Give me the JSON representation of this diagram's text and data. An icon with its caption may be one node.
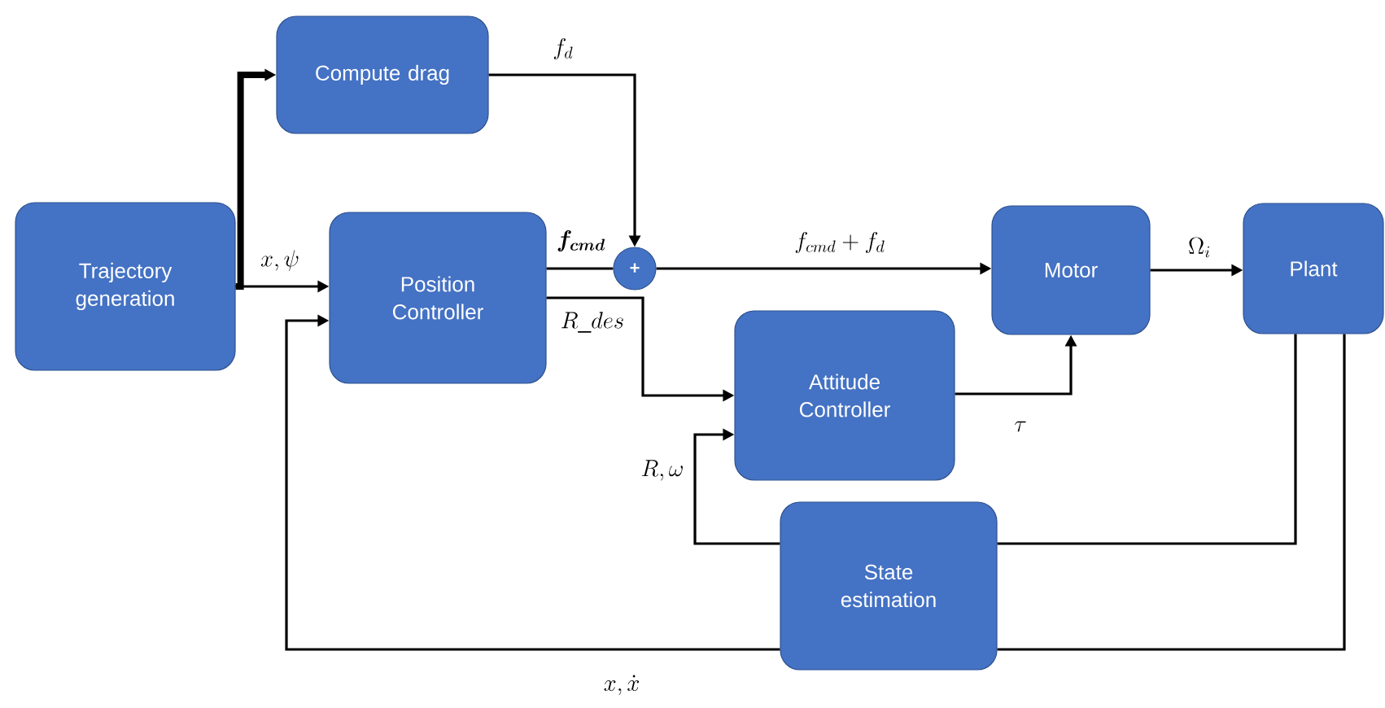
{
  "diagram": {
    "nodes": [
      {
        "text": [
          "Trajectory generation"
        ]
      },
      {
        "text": [
          "Compute drag"
        ]
      },
      {
        "text": [
          "Position Controller"
        ]
      },
      {
        "text": [
          "+"
        ]
      },
      {
        "text": [
          "Motor"
        ]
      },
      {
        "text": [
          "Plant"
        ]
      },
      {
        "text": [
          "Attitude Controller"
        ]
      },
      {
        "text": [
          "State estimation"
        ]
      }
    ],
    "edges": [
      {
        "from": 0,
        "to": 1,
        "arrow": "to",
        "style": "thick"
      },
      {
        "from": 0,
        "to": 2,
        "arrow": "to",
        "label": "x, \\psi"
      },
      {
        "from": 1,
        "to": 3,
        "arrow": "to",
        "label": "f_d"
      },
      {
        "from": 2,
        "to": 3,
        "arrow": "none",
        "label": "\\boldsymbol{f_{cmd}}"
      },
      {
        "from": 3,
        "to": 4,
        "arrow": "to",
        "label": "f_{cmd} + f_d"
      },
      {
        "from": 2,
        "to": 6,
        "arrow": "to",
        "label": "R\\_des"
      },
      {
        "from": 6,
        "to": 4,
        "arrow": "to",
        "label": "\\tau"
      },
      {
        "from": 4,
        "to": 5,
        "arrow": "to",
        "label": "\\Omega_i"
      },
      {
        "from": 5,
        "to": 7,
        "arrow": "none"
      },
      {
        "from": 7,
        "to": 6,
        "arrow": "to",
        "label": "R, \\omega"
      },
      {
        "from": 5,
        "to": 7,
        "arrow": "none"
      },
      {
        "from": 7,
        "to": 2,
        "arrow": "to",
        "label": "x, \\dot{x}"
      }
    ]
  }
}
